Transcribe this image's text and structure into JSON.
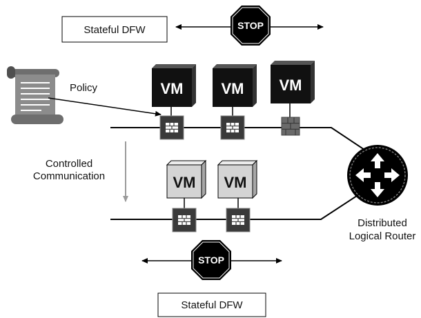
{
  "diagram": {
    "top_box_label": "Stateful DFW",
    "bottom_box_label": "Stateful DFW",
    "stop_top_label": "STOP",
    "stop_bottom_label": "STOP",
    "policy_label": "Policy",
    "controlled_label_line1": "Controlled",
    "controlled_label_line2": "Communication",
    "router_label_line1": "Distributed",
    "router_label_line2": "Logical Router",
    "vm_label": "VM",
    "top_vms": [
      "VM",
      "VM",
      "VM"
    ],
    "bottom_vms": [
      "VM",
      "VM"
    ]
  },
  "colors": {
    "vm_dark": "#111111",
    "vm_light": "#d4d4d4",
    "firewall_dark": "#3a3a3a",
    "router": "#000000",
    "arrow_gray": "#9a9a9a"
  }
}
